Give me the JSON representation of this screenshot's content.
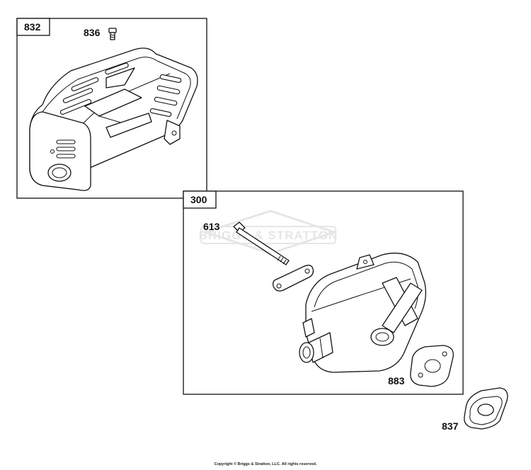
{
  "callouts": {
    "box_832": "832",
    "box_300": "300",
    "bolt_836": "836",
    "bolt_613": "613",
    "gasket_883": "883",
    "gasket_837": "837"
  },
  "watermark": "BRIGGS & STRATTON",
  "copyright": "Copyright © Briggs & Stratton, LLC. All rights reserved.",
  "colors": {
    "line": "#111111",
    "background": "#ffffff",
    "watermark": "#e6e6e6"
  }
}
